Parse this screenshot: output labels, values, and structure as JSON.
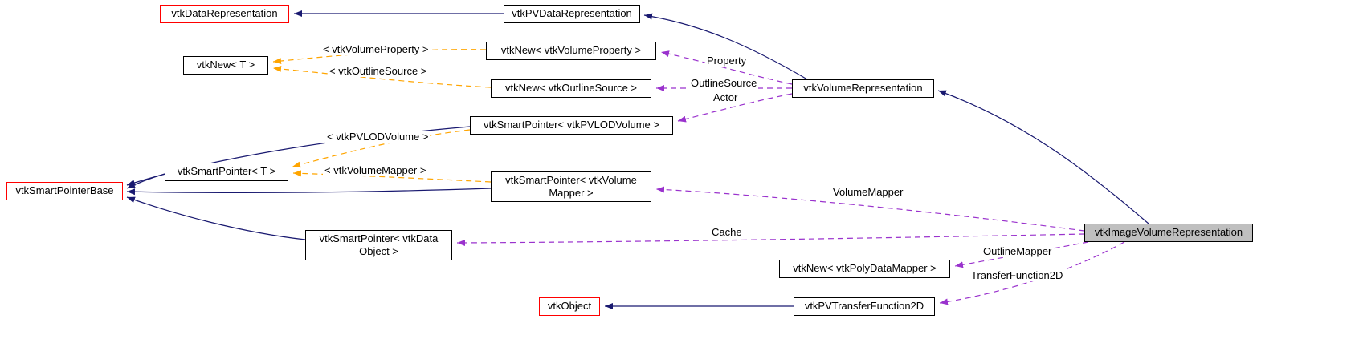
{
  "diagram": {
    "nodes": {
      "dataRepresentation": "vtkDataRepresentation",
      "pvDataRepresentation": "vtkPVDataRepresentation",
      "newT": "vtkNew< T >",
      "newVolumeProperty": "vtkNew< vtkVolumeProperty >",
      "newOutlineSource": "vtkNew< vtkOutlineSource >",
      "smartPointerPVLODVolume": "vtkSmartPointer< vtkPVLODVolume >",
      "smartPointerT": "vtkSmartPointer< T >",
      "smartPointerBase": "vtkSmartPointerBase",
      "smartPointerVolumeMapper": "vtkSmartPointer< vtkVolume\nMapper >",
      "smartPointerDataObject": "vtkSmartPointer< vtkData\nObject >",
      "volumeRepresentation": "vtkVolumeRepresentation",
      "newPolyDataMapper": "vtkNew< vtkPolyDataMapper >",
      "vtkObject": "vtkObject",
      "pvTransferFunction2D": "vtkPVTransferFunction2D",
      "imageVolumeRepresentation": "vtkImageVolumeRepresentation"
    },
    "edge_labels": {
      "volumePropertyTemplate": "< vtkVolumeProperty >",
      "outlineSourceTemplate": "< vtkOutlineSource >",
      "pvlodVolumeTemplate": "< vtkPVLODVolume >",
      "volumeMapperTemplate": "< vtkVolumeMapper >",
      "property": "Property",
      "outlineSource": "OutlineSource",
      "actor": "Actor",
      "volumeMapper": "VolumeMapper",
      "cache": "Cache",
      "outlineMapper": "OutlineMapper",
      "transferFunction2D": "TransferFunction2D"
    },
    "colors": {
      "inheritance_edge": "#191970",
      "template_edge": "#ffa500",
      "usage_edge": "#9a32cd",
      "truncated_node_border": "#ff0000",
      "node_border": "#000000",
      "focus_node_fill": "#bfbfbf",
      "background": "#ffffff"
    }
  }
}
